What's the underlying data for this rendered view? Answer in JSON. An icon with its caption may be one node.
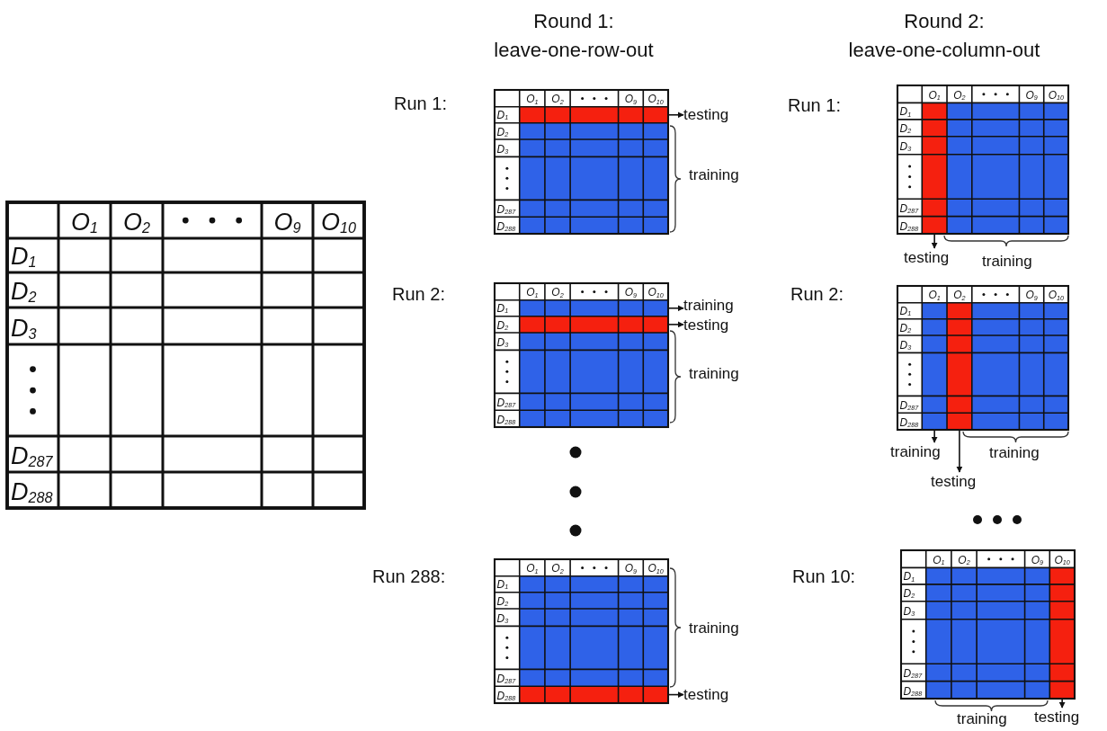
{
  "diagram": {
    "nodes": [
      {
        "text": [
          "O$_{1}$",
          "O$_{2}$",
          "O$_{9}$",
          "O$_{10}$",
          "D$_{1}$",
          "D$_{2}$",
          "D$_{3}$",
          "D$_{287}$",
          "D$_{288}$"
        ]
      },
      {
        "text": [
          "O$_{1}$",
          "O$_{2}$",
          "O$_{9}$",
          "O$_{10}$",
          "D$_{1}$",
          "D$_{2}$",
          "D$_{3}$",
          "D$_{287}$",
          "D$_{288}$"
        ]
      },
      {
        "text": [
          "O$_{1}$",
          "O$_{2}$",
          "O$_{9}$",
          "O$_{10}$",
          "D$_{1}$",
          "D$_{2}$",
          "D$_{3}$",
          "D$_{287}$",
          "D$_{288}$"
        ]
      },
      {
        "text": [
          "O$_{1}$",
          "O$_{2}$",
          "O$_{9}$",
          "O$_{10}$",
          "D$_{1}$",
          "D$_{2}$",
          "D$_{3}$",
          "D$_{287}$",
          "D$_{288}$"
        ]
      },
      {
        "text": [
          "O$_{1}$",
          "O$_{2}$",
          "O$_{9}$",
          "O$_{10}$",
          "D$_{1}$",
          "D$_{2}$",
          "D$_{3}$",
          "D$_{287}$",
          "D$_{288}$"
        ]
      },
      {
        "text": [
          "O$_{1}$",
          "O$_{2}$",
          "O$_{9}$",
          "O$_{10}$",
          "D$_{1}$",
          "D$_{2}$",
          "D$_{3}$",
          "D$_{287}$",
          "D$_{288}$"
        ]
      },
      {
        "text": [
          "O$_{1}$",
          "O$_{2}$",
          "O$_{9}$",
          "O$_{10}$",
          "D$_{1}$",
          "D$_{2}$",
          "D$_{3}$",
          "D$_{287}$",
          "D$_{288}$"
        ]
      },
      {
        "text": [
          "testing"
        ]
      },
      {
        "text": [
          "training"
        ]
      },
      {
        "text": [
          "testing"
        ]
      },
      {
        "text": [
          "testing"
        ]
      },
      {
        "text": [
          "testing"
        ]
      },
      {
        "text": [
          "training"
        ]
      },
      {
        "text": [
          "testing"
        ]
      },
      {
        "text": [
          "testing"
        ]
      }
    ],
    "edges": [
      {
        "from": 1,
        "to": 7,
        "arrow": "to"
      },
      {
        "from": 3,
        "to": 8,
        "arrow": "to"
      },
      {
        "from": 3,
        "to": 9,
        "arrow": "to"
      },
      {
        "from": 5,
        "to": 10,
        "arrow": "to"
      },
      {
        "from": 2,
        "to": 11,
        "arrow": "to"
      },
      {
        "from": 4,
        "to": 12,
        "arrow": "to"
      },
      {
        "from": 4,
        "to": 13,
        "arrow": "to"
      },
      {
        "from": 6,
        "to": 14,
        "arrow": "to"
      }
    ],
    "labels": [
      "Round 1: leave-one-row-out",
      "Round 2: leave-one-column-out",
      "Run 1:",
      "Run 1:",
      "training",
      "training",
      "Run 2:",
      "Run 2:",
      "training",
      "training",
      "Run 288:",
      "Run 10:",
      "training",
      "training"
    ]
  }
}
